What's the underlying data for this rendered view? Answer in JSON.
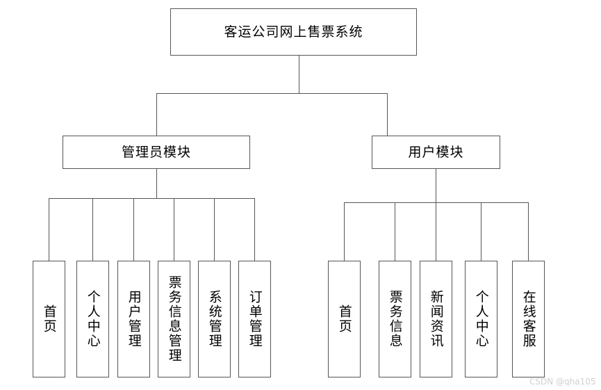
{
  "diagram": {
    "type": "tree",
    "title": "客运公司网上售票系统",
    "root": {
      "label": "客运公司网上售票系统",
      "orientation": "horizontal"
    },
    "modules": [
      {
        "id": "admin",
        "label": "管理员模块",
        "children": [
          {
            "label": "首页"
          },
          {
            "label": "个人中心"
          },
          {
            "label": "用户管理"
          },
          {
            "label": "票务信息管理"
          },
          {
            "label": "系统管理"
          },
          {
            "label": "订单管理"
          }
        ]
      },
      {
        "id": "user",
        "label": "用户模块",
        "children": [
          {
            "label": "首页"
          },
          {
            "label": "票务信息"
          },
          {
            "label": "新闻资讯"
          },
          {
            "label": "个人中心"
          },
          {
            "label": "在线客服"
          }
        ]
      }
    ],
    "watermark": "CSDN @qha105",
    "colors": {
      "background": "#ffffff",
      "border": "#555555",
      "text": "#000000",
      "watermark": "#cfcfcf"
    }
  }
}
